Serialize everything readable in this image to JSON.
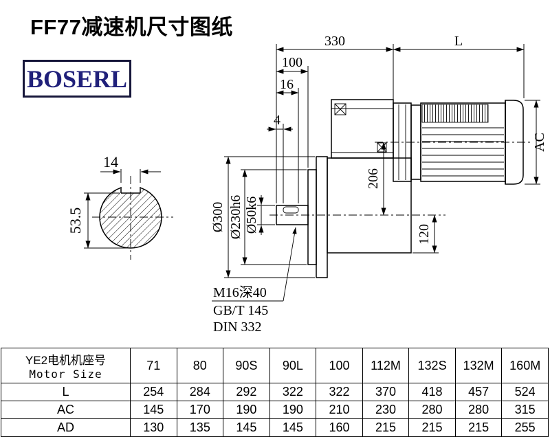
{
  "page": {
    "title": "FF77减速机尺寸图纸",
    "logo": "BOSERL"
  },
  "drawing": {
    "dims": {
      "overall_330": "330",
      "motor_length": "L",
      "shaft_100": "100",
      "dim_16": "16",
      "dim_4": "4",
      "motor_dia": "AC",
      "center_206": "206",
      "bottom_120": "120",
      "flange_dia": "Ø300",
      "spigot_dia": "Ø230h6",
      "shaft_dia": "Ø50k6",
      "key_width": "14",
      "key_height": "53.5"
    },
    "notes": {
      "tap_hole": "M16深40",
      "standard_gb": "GB/T 145",
      "standard_din": "DIN 332"
    }
  },
  "table": {
    "header": {
      "line1": "YE2电机机座号",
      "line2": "Motor Size"
    },
    "columns": [
      "71",
      "80",
      "90S",
      "90L",
      "100",
      "112M",
      "132S",
      "132M",
      "160M"
    ],
    "rows": [
      {
        "label": "L",
        "values": [
          "254",
          "284",
          "292",
          "322",
          "322",
          "370",
          "418",
          "457",
          "524"
        ]
      },
      {
        "label": "AC",
        "values": [
          "145",
          "170",
          "190",
          "190",
          "210",
          "230",
          "280",
          "280",
          "315"
        ]
      },
      {
        "label": "AD",
        "values": [
          "130",
          "135",
          "145",
          "145",
          "160",
          "215",
          "215",
          "215",
          "255"
        ]
      }
    ]
  }
}
